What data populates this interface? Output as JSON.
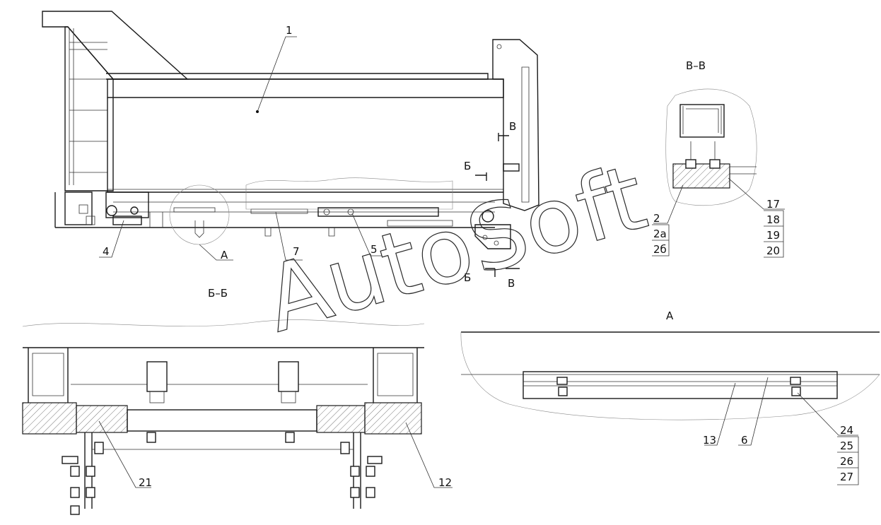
{
  "watermark": "AutoSoft",
  "views": {
    "section_vv": "В–В",
    "section_bb": "Б–Б",
    "detail_a": "А"
  },
  "callouts": {
    "c1": "1",
    "c4": "4",
    "cA": "А",
    "c7": "7",
    "c5": "5",
    "cut_b_top": "Б",
    "cut_b_bottom": "Б",
    "cut_v_top": "В",
    "cut_v_bottom": "В",
    "c2": "2",
    "c2a": "2а",
    "c2b": "2б",
    "c17": "17",
    "c18": "18",
    "c19": "19",
    "c20": "20",
    "c21": "21",
    "c12": "12",
    "c13": "13",
    "c6": "6",
    "c24": "24",
    "c25": "25",
    "c26": "26",
    "c27": "27"
  },
  "colors": {
    "line": "#1a1a1a",
    "background": "#ffffff"
  }
}
